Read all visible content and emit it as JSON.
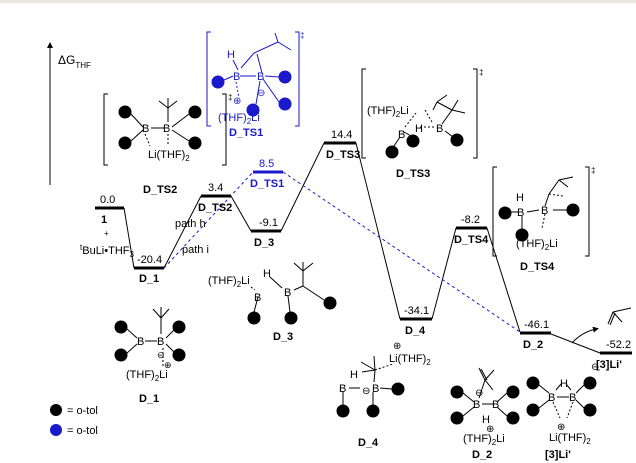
{
  "axis": {
    "label_main": "ΔG",
    "label_sub": "THF"
  },
  "levels": [
    {
      "id": "start",
      "energy": "0.0",
      "label": "1",
      "sub1": "+",
      "sub2_sup": "t",
      "sub2": "BuLi•THF",
      "sub2_sub": "3",
      "color": "#000000"
    },
    {
      "id": "D_1",
      "energy": "-20.4",
      "label": "D_1",
      "color": "#000000"
    },
    {
      "id": "D_TS2",
      "energy": "3.4",
      "label": "D_TS2",
      "color": "#000000"
    },
    {
      "id": "D_3",
      "energy": "-9.1",
      "label": "D_3",
      "color": "#000000"
    },
    {
      "id": "D_TS1",
      "energy": "8.5",
      "label": "D_TS1",
      "color": "#1a1acc"
    },
    {
      "id": "D_TS3",
      "energy": "14.4",
      "label": "D_TS3",
      "color": "#000000"
    },
    {
      "id": "D_4",
      "energy": "-34.1",
      "label": "D_4",
      "color": "#000000"
    },
    {
      "id": "D_TS4",
      "energy": "-8.2",
      "label": "D_TS4",
      "color": "#000000"
    },
    {
      "id": "D_2",
      "energy": "-46.1",
      "label": "D_2",
      "color": "#000000"
    },
    {
      "id": "Li3",
      "energy": "-52.2",
      "label": "[3]Li'",
      "color": "#000000"
    }
  ],
  "paths": {
    "h": "path h",
    "i": "path i"
  },
  "structures": {
    "D_TS2": {
      "title": "D_TS2",
      "li": "Li(THF)",
      "li_sub": "2",
      "ts": "‡"
    },
    "D_TS1": {
      "title": "D_TS1",
      "h": "H",
      "b1": "B",
      "b2": "B",
      "minus": "⊖",
      "plus": "⊕",
      "li": "(THF)",
      "li_sub": "2",
      "li_end": "Li",
      "ts": "‡"
    },
    "D_TS3": {
      "title": "D_TS3",
      "li": "(THF)",
      "li_sub": "2",
      "li_end": "Li",
      "h": "H",
      "b1": "B",
      "b2": "B",
      "ts": "‡"
    },
    "D_TS4": {
      "title": "D_TS4",
      "h": "H",
      "b1": "B",
      "b2": "B",
      "li": "(THF)",
      "li_sub": "2",
      "li_end": "Li",
      "ts": "‡"
    },
    "D_1": {
      "title": "D_1",
      "b1": "B",
      "b2": "B",
      "minus": "⊖",
      "plus": "⊕",
      "li": "(THF)",
      "li_sub": "2",
      "li_end": "Li"
    },
    "D_3": {
      "title": "D_3",
      "li": "(THF)",
      "li_sub": "2",
      "li_end": "Li",
      "h": "H",
      "b1": "B",
      "b2": "B"
    },
    "D_4": {
      "title": "D_4",
      "h": "H",
      "b1": "B",
      "b2": "B",
      "minus": "⊖",
      "plus": "⊕",
      "li": "Li(THF)",
      "li_sub": "2"
    },
    "D_2": {
      "title": "D_2",
      "b1": "B",
      "b2": "B",
      "h": "H",
      "minus": "⊖",
      "plus": "⊕",
      "li": "(THF)",
      "li_sub": "2",
      "li_end": "Li"
    },
    "Li3": {
      "title": "[3]Li'",
      "b1": "B",
      "b2": "B",
      "h": "H",
      "minus": "⊖",
      "plus": "⊕",
      "li": "Li(THF)",
      "li_sub": "2"
    }
  },
  "legend": {
    "black": "= o-tol",
    "blue": "= o-tol",
    "black_color": "#000000",
    "blue_color": "#1a1acc"
  }
}
